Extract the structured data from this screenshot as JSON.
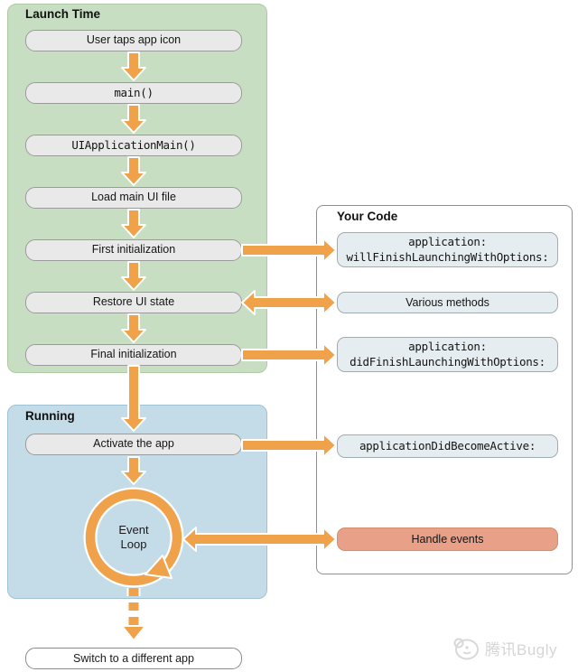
{
  "colors": {
    "accent_orange": "#F0A24B",
    "launch_panel_green": "#C8DEC3",
    "running_panel_blue": "#C3DCE8",
    "node_gray": "#E9E9E9",
    "code_node_blue": "#E6EDF0",
    "handle_events_red": "#E9A089"
  },
  "panels": {
    "launch_time": {
      "label": "Launch Time",
      "boxes": [
        "User taps app icon",
        "main()",
        "UIApplicationMain()",
        "Load main UI file",
        "First initialization",
        "Restore UI state",
        "Final initialization"
      ]
    },
    "running": {
      "label": "Running",
      "activate_box": "Activate the app",
      "event_loop": {
        "line1": "Event",
        "line2": "Loop"
      }
    },
    "your_code": {
      "label": "Your Code",
      "boxes": {
        "will_finish": {
          "line1": "application:",
          "line2": "willFinishLaunchingWithOptions:"
        },
        "various_methods": {
          "line1": "Various methods"
        },
        "did_finish": {
          "line1": "application:",
          "line2": "didFinishLaunchingWithOptions:"
        },
        "did_become_active": {
          "line1": "applicationDidBecomeActive:"
        },
        "handle_events": {
          "line1": "Handle events"
        }
      }
    }
  },
  "bottom_box": {
    "label": "Switch to a different app"
  },
  "watermark": {
    "label": "腾讯Bugly"
  }
}
